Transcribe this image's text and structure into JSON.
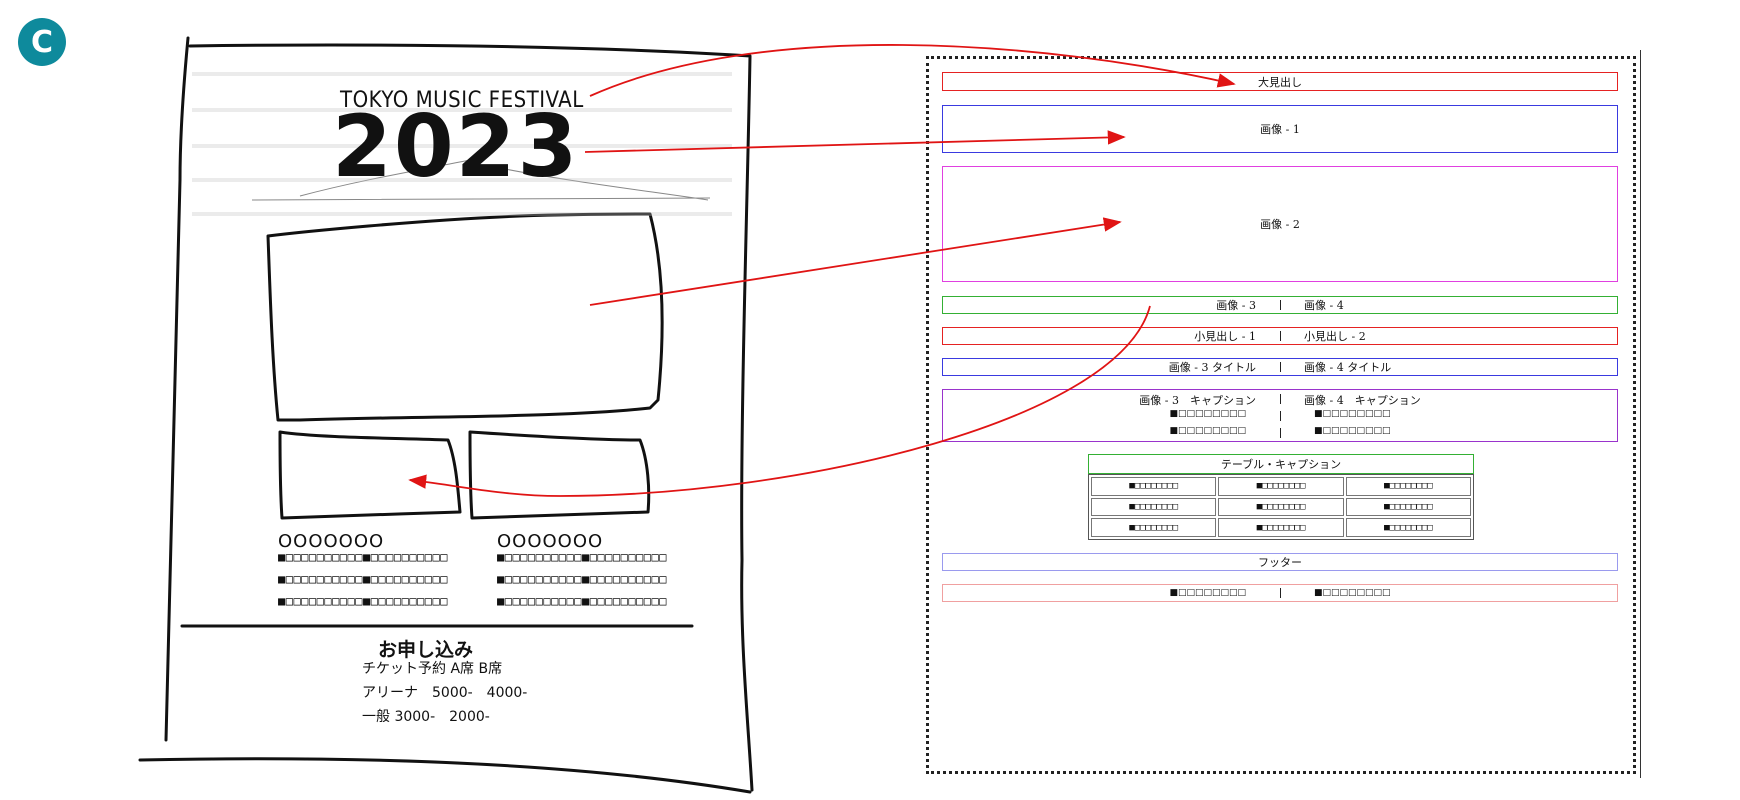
{
  "badge": {
    "label": "C"
  },
  "poster": {
    "festival": "TOKYO MUSIC FESTIVAL",
    "year": "2023",
    "columns": [
      {
        "heading": "OOOOOOO",
        "lines": [
          "■□□□□□□□□□□■□□□□□□□□□□",
          "■□□□□□□□□□□■□□□□□□□□□□",
          "■□□□□□□□□□□■□□□□□□□□□□"
        ]
      },
      {
        "heading": "OOOOOOO",
        "lines": [
          "■□□□□□□□□□□■□□□□□□□□□□",
          "■□□□□□□□□□□■□□□□□□□□□□",
          "■□□□□□□□□□□■□□□□□□□□□□"
        ]
      }
    ],
    "apply_title": "お申し込み",
    "apply_lines": [
      "チケット予約 A席 B席",
      "アリーナ　5000-　4000-",
      "一般 3000-　2000-"
    ]
  },
  "wireframe": {
    "main_heading": "大見出し",
    "image1": "画像 - 1",
    "image2": "画像 - 2",
    "image3": "画像 - 3",
    "image4": "画像 - 4",
    "sub1": "小見出し - 1",
    "sub2": "小見出し - 2",
    "image3_title": "画像 - 3 タイトル",
    "image4_title": "画像 - 4 タイトル",
    "image3_caption": "画像 - 3　キャプション",
    "image4_caption": "画像 - 4　キャプション",
    "caption_line": "■□□□□□□□□",
    "table_caption": "テーブル・キャプション",
    "table_cells": [
      [
        "■□□□□□□□□",
        "■□□□□□□□□",
        "■□□□□□□□□"
      ],
      [
        "■□□□□□□□□",
        "■□□□□□□□□",
        "■□□□□□□□□"
      ],
      [
        "■□□□□□□□□",
        "■□□□□□□□□",
        "■□□□□□□□□"
      ]
    ],
    "footer": "フッター",
    "footer_left": "■□□□□□□□□",
    "footer_right": "■□□□□□□□□"
  },
  "colors": {
    "badge": "#0e8a9c",
    "arrow": "#e01414",
    "red_box": "#e52222",
    "blue_box": "#3a3ae0",
    "magenta_box": "#e040e0",
    "green_box": "#34b034",
    "purple_box": "#9933cc",
    "light_blue_box": "#9a9aee",
    "light_red_box": "#f0a0a0"
  }
}
